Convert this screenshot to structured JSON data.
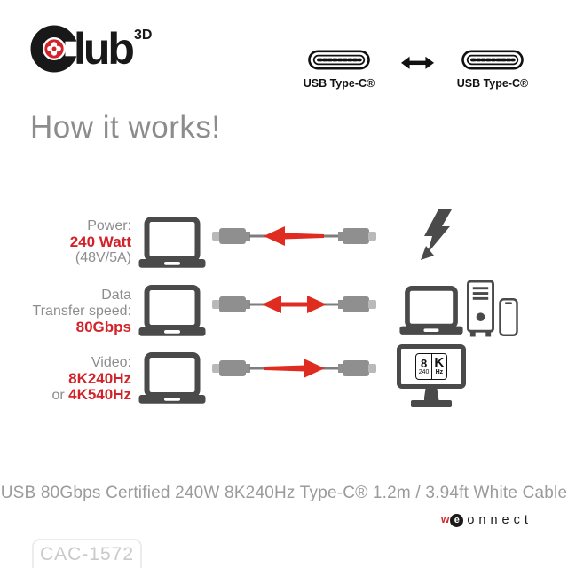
{
  "colors": {
    "accent_red": "#d2232a",
    "icon_gray": "#4a4a4a",
    "label_gray": "#8d8d8d",
    "caption_gray": "#9b9b9b",
    "sku_gray": "#c9c9c9",
    "black": "#181818"
  },
  "logo": {
    "text": "lub",
    "sup": "3D"
  },
  "top": {
    "left_label": "USB Type-C®",
    "right_label": "USB Type-C®"
  },
  "title": "How it works!",
  "rows": {
    "power": {
      "label": "Power:",
      "value": "240 Watt",
      "detail": "(48V/5A)",
      "arrow_direction": "left"
    },
    "data": {
      "label_line1": "Data",
      "label_line2": "Transfer speed:",
      "value": "80Gbps",
      "arrow_direction": "both"
    },
    "video": {
      "label": "Video:",
      "value1": "8K240Hz",
      "conj": "or",
      "value2": "4K540Hz",
      "arrow_direction": "right"
    }
  },
  "badge_8k": {
    "digit": "8",
    "rate": "240",
    "letter": "K",
    "unit": "Hz"
  },
  "caption": "USB 80Gbps Certified 240W 8K240Hz Type-C® 1.2m / 3.94ft White Cable",
  "we_connect": {
    "w": "w",
    "e": "e",
    "rest": "onnect"
  },
  "sku": "CAC-1572"
}
